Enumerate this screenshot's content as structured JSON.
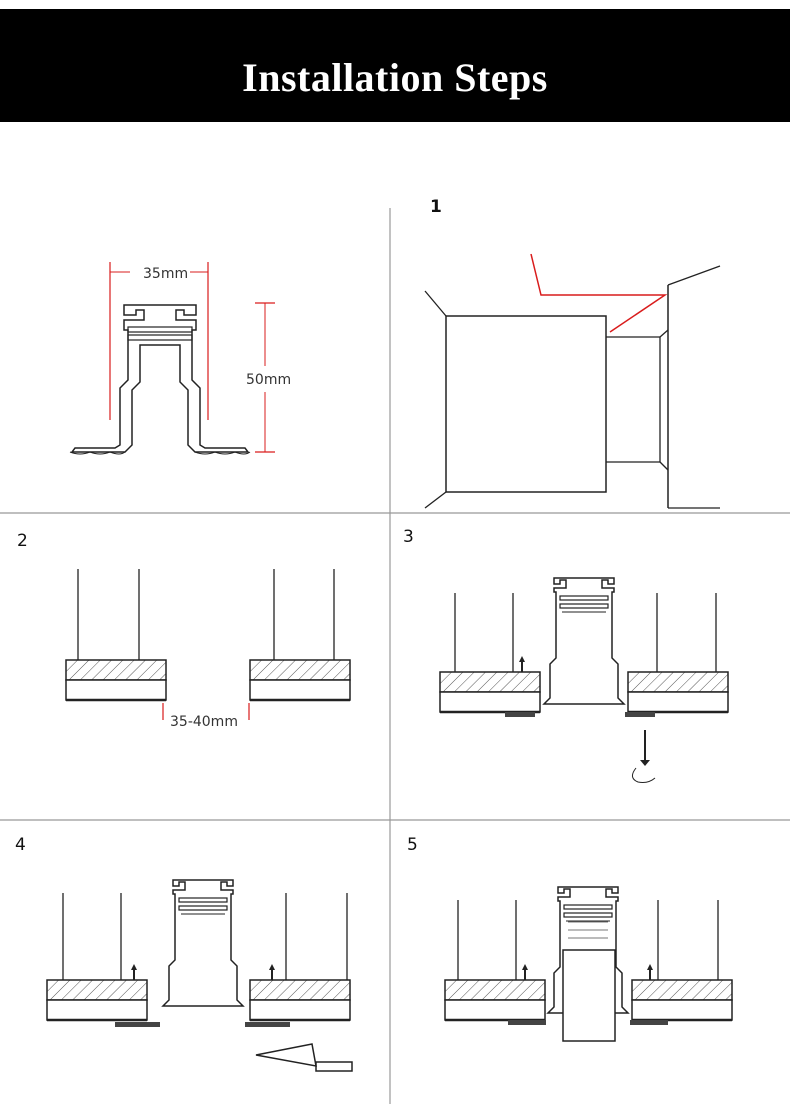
{
  "header": {
    "title": "Installation Steps"
  },
  "colors": {
    "header_bg": "#000000",
    "dimension_line": "#d91c1c",
    "line": "#222222"
  },
  "panels": [
    {
      "id": "dimensions",
      "step": "",
      "labels": {
        "width": "35mm",
        "height": "50mm"
      }
    },
    {
      "id": "step-1",
      "step": "1"
    },
    {
      "id": "step-2",
      "step": "2",
      "labels": {
        "gap": "35-40mm"
      }
    },
    {
      "id": "step-3",
      "step": "3"
    },
    {
      "id": "step-4",
      "step": "4"
    },
    {
      "id": "step-5",
      "step": "5"
    }
  ]
}
